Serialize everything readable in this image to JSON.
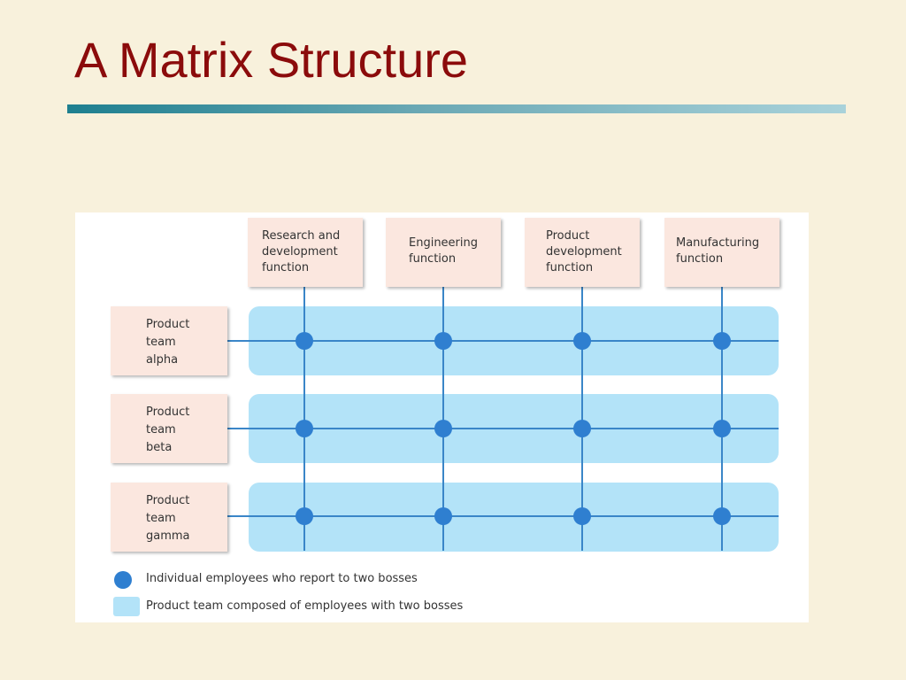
{
  "slide": {
    "title": "A Matrix Structure",
    "accent_color": "#8b0b0b",
    "rule_colors": [
      "#1e7f8f",
      "#a9d2da"
    ]
  },
  "diagram": {
    "functions": [
      {
        "lines": [
          "Research and",
          "development",
          "function"
        ]
      },
      {
        "lines": [
          "Engineering",
          "function"
        ]
      },
      {
        "lines": [
          "Product",
          "development",
          "function"
        ]
      },
      {
        "lines": [
          "Manufacturing",
          "function"
        ]
      }
    ],
    "teams": [
      {
        "lines": [
          "Product",
          "team",
          "alpha"
        ]
      },
      {
        "lines": [
          "Product",
          "team",
          "beta"
        ]
      },
      {
        "lines": [
          "Product",
          "team",
          "gamma"
        ]
      }
    ],
    "colors": {
      "box_fill": "#fbe7df",
      "band_fill": "#b3e3f8",
      "line_and_node": "#2f7fd0"
    }
  },
  "legend": {
    "employee": "Individual employees who report to two bosses",
    "team": "Product team composed of employees with two bosses"
  }
}
